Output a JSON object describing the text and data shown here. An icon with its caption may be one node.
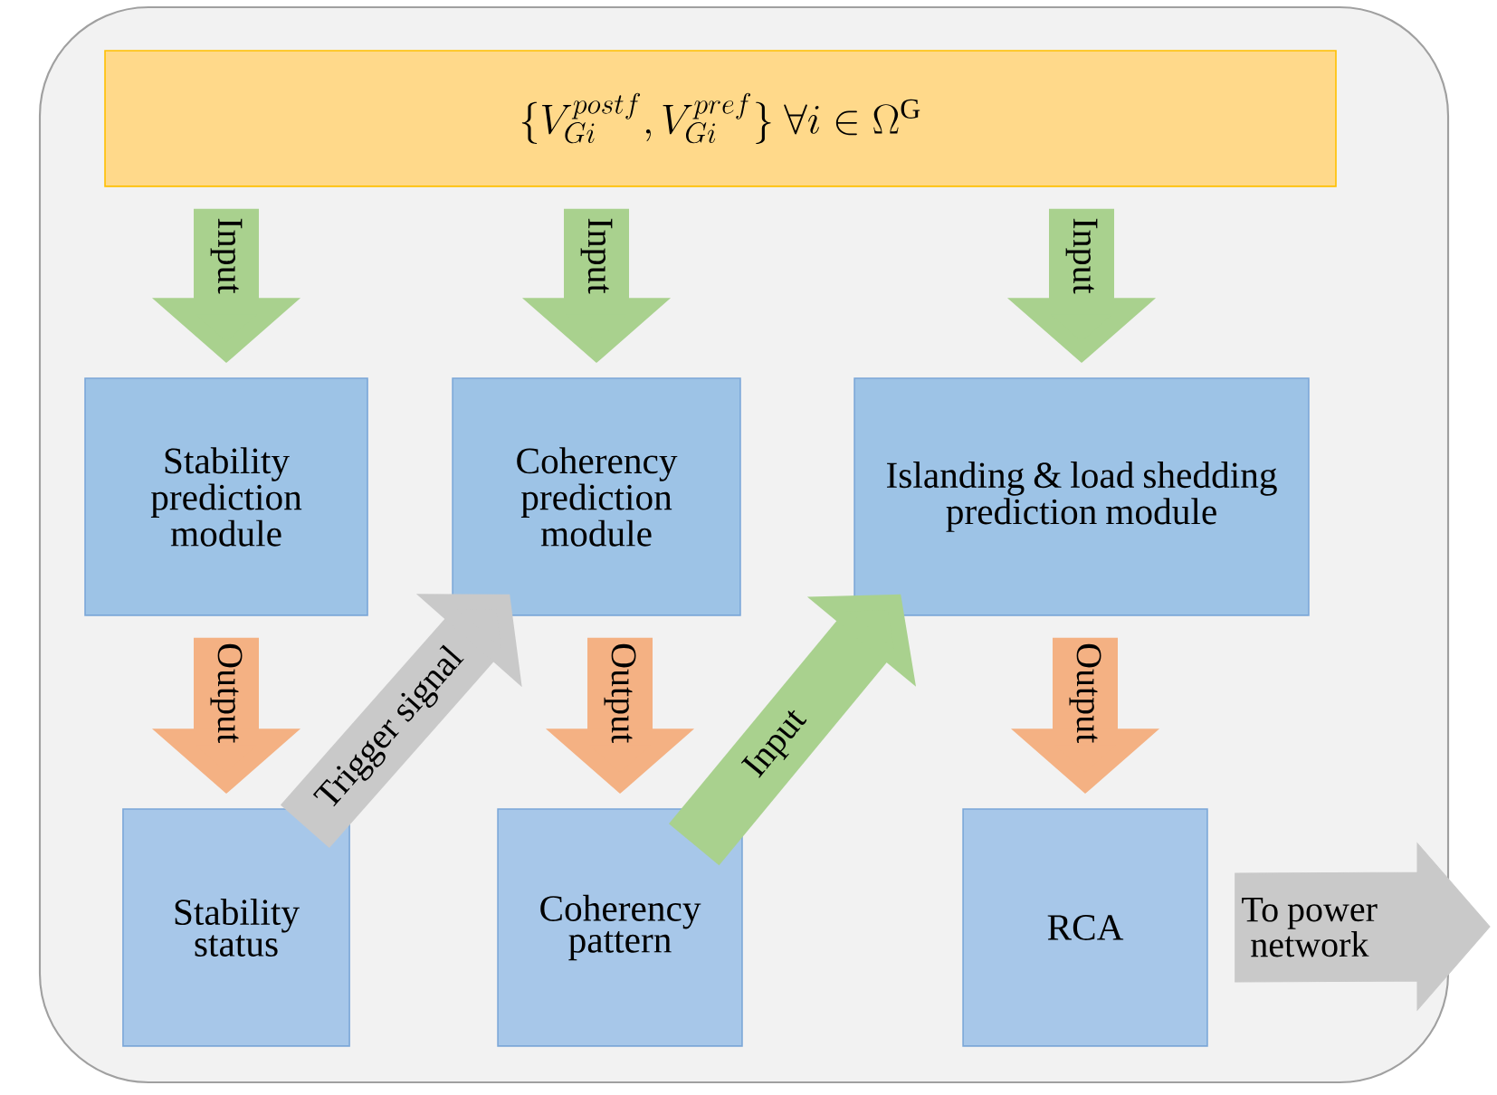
{
  "diagram": {
    "nodes": [
      {
        "text": [
          "\\{V_{Gi}^{postf},V_{Gi}^{pref}\\}\\ \\forall i\\in\\Omega^{\\mathrm{G}}"
        ]
      },
      {
        "text": [
          "Stability prediction module"
        ]
      },
      {
        "text": [
          "Coherency prediction module"
        ]
      },
      {
        "text": [
          "Islanding & load shedding prediction module"
        ]
      },
      {
        "text": [
          "Stability status"
        ]
      },
      {
        "text": [
          "Coherency pattern"
        ]
      },
      {
        "text": [
          "RCA"
        ]
      }
    ],
    "edges": [
      {
        "from": 0,
        "to": 1,
        "arrow": "to",
        "label": "Input",
        "color": "#a9d18e"
      },
      {
        "from": 0,
        "to": 2,
        "arrow": "to",
        "label": "Input",
        "color": "#a9d18e"
      },
      {
        "from": 0,
        "to": 3,
        "arrow": "to",
        "label": "Input",
        "color": "#a9d18e"
      },
      {
        "from": 1,
        "to": 4,
        "arrow": "to",
        "label": "Output",
        "color": "#f4b183"
      },
      {
        "from": 4,
        "to": 2,
        "arrow": "to",
        "label": "Trigger signal",
        "color": "#c9c9c9"
      },
      {
        "from": 2,
        "to": 5,
        "arrow": "to",
        "label": "Output",
        "color": "#f4b183"
      },
      {
        "from": 5,
        "to": 3,
        "arrow": "to",
        "label": "Input",
        "color": "#a9d18e"
      },
      {
        "from": 3,
        "to": 6,
        "arrow": "to",
        "label": "Output",
        "color": "#f4b183"
      },
      {
        "from": 6,
        "to": null,
        "arrow": "to",
        "label": "To power network",
        "color": "#c9c9c9"
      }
    ]
  }
}
